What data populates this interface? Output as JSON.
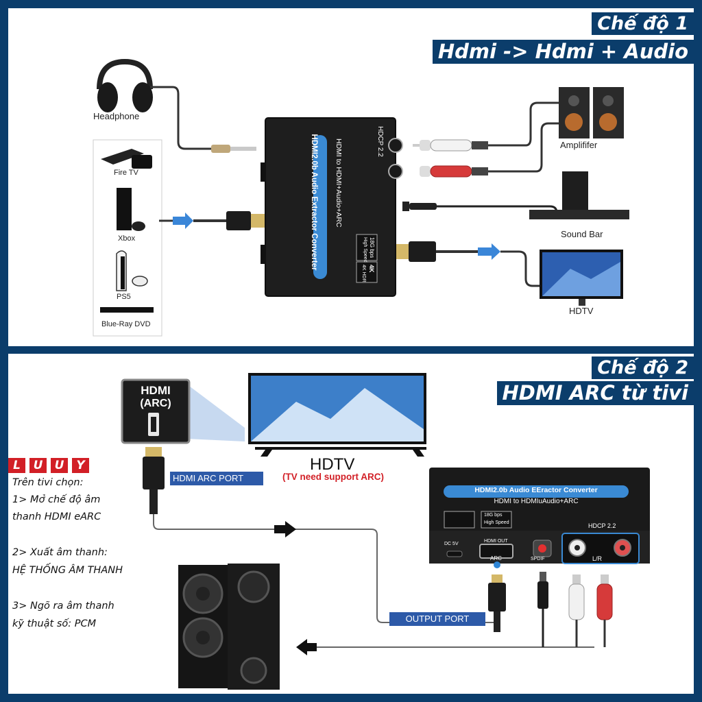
{
  "mode1": {
    "title": "Chế độ 1",
    "subtitle": "Hdmi -> Hdmi + Audio",
    "sources": [
      "Fire TV",
      "Xbox",
      "PS5",
      "Blue-Ray DVD"
    ],
    "headphone_label": "Headphone",
    "amplifier_label": "Amplififer",
    "soundbar_label": "Sound Bar",
    "hdtv_label": "HDTV",
    "device": {
      "title": "HDMI2.0b Audio Extractor Converter",
      "subtitle": "HDMI to HDMI+Audio+ARC",
      "hdcp": "HDCP 2.2",
      "badge_4k": "4K",
      "badge_hdr": "4K  HDR",
      "speed": "18G bps",
      "speed2": "High Speed"
    }
  },
  "mode2": {
    "title": "Chế độ 2",
    "subtitle": "HDMI ARC từ tivi",
    "hdmi_arc_box_line1": "HDMI",
    "hdmi_arc_box_line2": "(ARC)",
    "hdtv_label": "HDTV",
    "hdtv_note": "(TV need support ARC)",
    "hdmi_arc_port": "HDMI ARC PORT",
    "output_port": "OUTPUT PORT",
    "device": {
      "title": "HDMI2.0b Audio EEractor Converter",
      "subtitle": "HDMI to HDMIuAudio+ARC",
      "hdcp": "HDCP 2.2",
      "dc": "DC 5V",
      "hdmi_out": "HDMI OUT",
      "arc": "ARC",
      "spdif": "SPDIF",
      "lr": "L/R",
      "speed": "18G bps",
      "speed2": "High Speed"
    }
  },
  "note": {
    "luuy": [
      "L",
      "U",
      "U",
      "Y"
    ],
    "line1": "Trên tivi chọn:",
    "line2": "1> Mở chế độ âm",
    "line3": "thanh HDMI eARC",
    "line4": "2> Xuất âm thanh:",
    "line5": "HỆ THỐNG ÂM THANH",
    "line6": "3> Ngõ ra âm thanh",
    "line7": "kỹ thuật số: PCM"
  },
  "colors": {
    "brand_blue": "#0b3d6b",
    "arrow_blue": "#3a86d8",
    "label_blue": "#2d5aa8",
    "warning_red": "#d21f26"
  }
}
